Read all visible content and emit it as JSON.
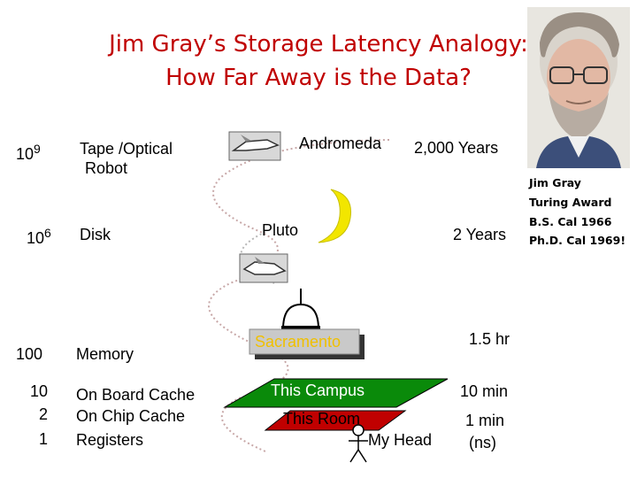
{
  "title": {
    "line1": "Jim Gray’s Storage Latency Analogy:",
    "line2": "How Far Away is the Data?"
  },
  "rows": [
    {
      "level_base": "10",
      "level_exp": "9",
      "storage": "Tape /Optical",
      "storage2": "Robot",
      "analogy": "Andromeda",
      "time": "2,000 Years"
    },
    {
      "level_base": "10",
      "level_exp": "6",
      "storage": "Disk",
      "analogy": "Pluto",
      "time": "2 Years"
    },
    {
      "level": "100",
      "storage": "Memory",
      "analogy": "Sacramento",
      "time": "1.5 hr"
    },
    {
      "level": "10",
      "storage": "On Board Cache",
      "analogy": "This Campus",
      "time": "10 min"
    },
    {
      "level": "2",
      "storage": "On Chip Cache",
      "analogy": "This Room",
      "time": "1 min"
    },
    {
      "level": "1",
      "storage": "Registers",
      "analogy": "My Head",
      "time": "(ns)"
    }
  ],
  "caption": {
    "line1": "Jim Gray",
    "line2": "Turing Award",
    "line3": "B.S. Cal 1966",
    "line4": "Ph.D. Cal 1969!"
  },
  "colors": {
    "title": "#c00000",
    "moon": "#f2e600",
    "campus": "#0a8a0a",
    "room": "#c00000",
    "sacramento_text": "#f0c000"
  }
}
